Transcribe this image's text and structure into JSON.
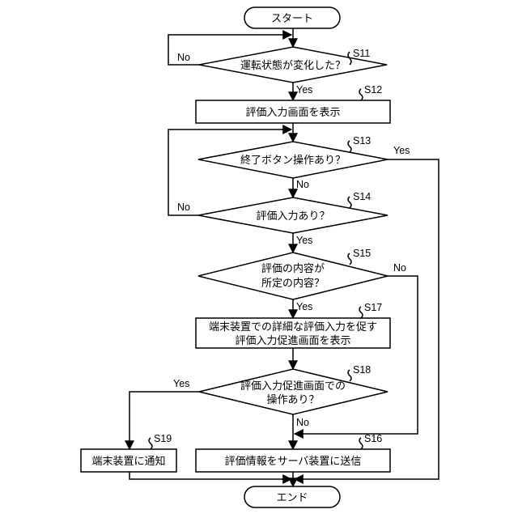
{
  "start": "スタート",
  "end": "エンド",
  "steps": {
    "s11": {
      "id": "S11",
      "text": "運転状態が変化した？"
    },
    "s12": {
      "id": "S12",
      "text": "評価入力画面を表示"
    },
    "s13": {
      "id": "S13",
      "text": "終了ボタン操作あり？"
    },
    "s14": {
      "id": "S14",
      "text": "評価入力あり？"
    },
    "s15": {
      "id": "S15",
      "line1": "評価の内容が",
      "line2": "所定の内容？"
    },
    "s17": {
      "id": "S17",
      "line1": "端末装置での詳細な評価入力を促す",
      "line2": "評価入力促進画面を表示"
    },
    "s18": {
      "id": "S18",
      "line1": "評価入力促進画面での",
      "line2": "操作あり？"
    },
    "s19": {
      "id": "S19",
      "text": "端末装置に通知"
    },
    "s16": {
      "id": "S16",
      "text": "評価情報をサーバ装置に送信"
    }
  },
  "labels": {
    "yes": "Yes",
    "no": "No"
  }
}
